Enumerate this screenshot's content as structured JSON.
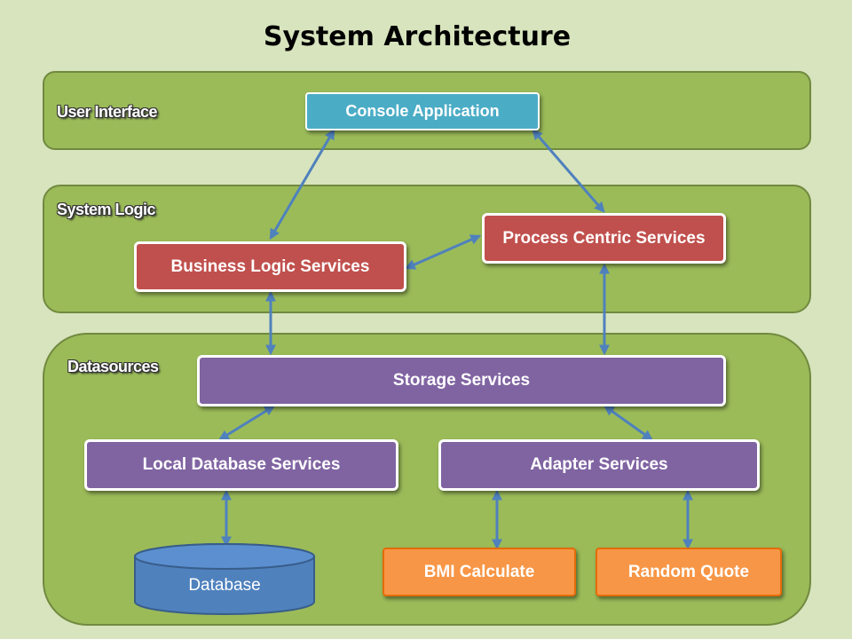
{
  "title": "System Architecture",
  "layers": {
    "user_interface": "User Interface",
    "system_logic": "System Logic",
    "datasources": "Datasources"
  },
  "components": {
    "console_application": "Console Application",
    "business_logic_services": "Business Logic Services",
    "process_centric_services": "Process Centric Services",
    "storage_services": "Storage Services",
    "local_database_services": "Local Database Services",
    "adapter_services": "Adapter Services",
    "database": "Database",
    "bmi_calculate": "BMI Calculate",
    "random_quote": "Random Quote"
  },
  "colors": {
    "background": "#d7e4bd",
    "layer_fill": "#9bbb59",
    "ui_component": "#4bacc6",
    "logic_component": "#c0504d",
    "data_component": "#8064a2",
    "external_component": "#f79646",
    "database": "#4f81bd",
    "arrow": "#4f81bd"
  }
}
